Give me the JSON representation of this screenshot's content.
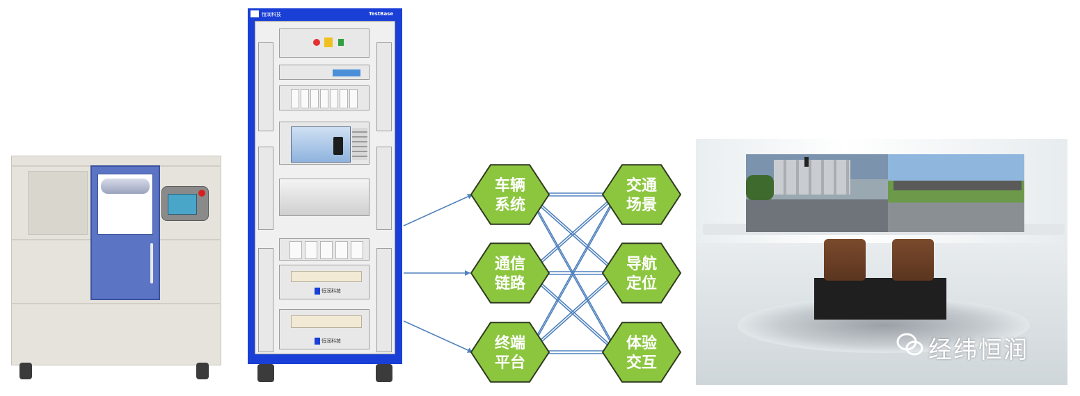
{
  "rack": {
    "brand_left": "恒润科技",
    "brand_right": "TestBase",
    "module_brand": "恒润科技"
  },
  "hexagons": {
    "left": [
      {
        "line1": "车辆",
        "line2": "系统"
      },
      {
        "line1": "通信",
        "line2": "链路"
      },
      {
        "line1": "终端",
        "line2": "平台"
      }
    ],
    "right": [
      {
        "line1": "交通",
        "line2": "场景"
      },
      {
        "line1": "导航",
        "line2": "定位"
      },
      {
        "line1": "体验",
        "line2": "交互"
      }
    ]
  },
  "colors": {
    "hex_fill": "#8cc63f",
    "hex_stroke": "#2f3a20",
    "arrow": "#4f81bd",
    "rack_frame": "#1a3fd6"
  },
  "watermark": {
    "text": "经纬恒润",
    "icon": "wechat-icon"
  }
}
